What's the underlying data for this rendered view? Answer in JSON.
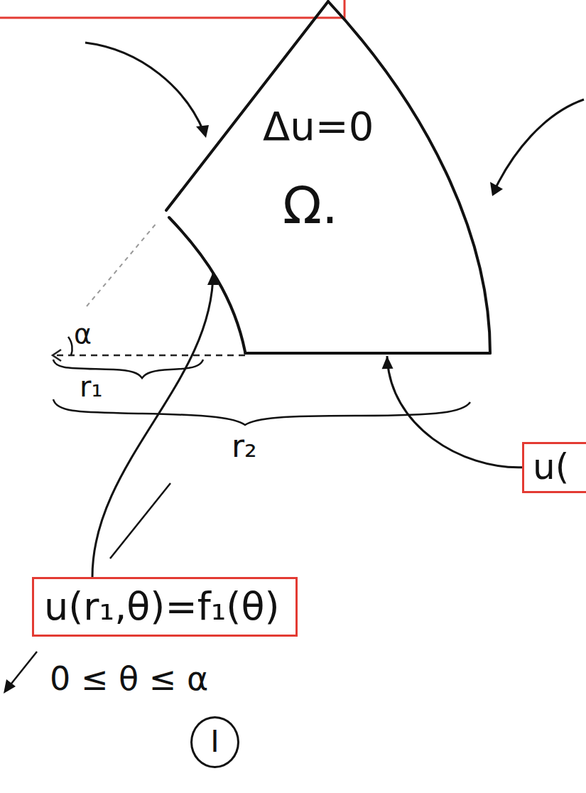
{
  "diagram": {
    "nodes": [
      {
        "text": [
          "Δu=0",
          "Ω."
        ]
      },
      {
        "text": [
          "u("
        ]
      },
      {
        "text": [
          "u(r₁,θ)=f₁(θ)"
        ]
      },
      {
        "text": [
          "I"
        ]
      }
    ],
    "edges": [
      {
        "from": 2,
        "to": 0,
        "arrow": "to"
      },
      {
        "from": 1,
        "to": 0,
        "arrow": "to"
      }
    ],
    "labels": [
      "α",
      "r₁",
      "r₂",
      "0 ≤ θ ≤ α"
    ]
  }
}
